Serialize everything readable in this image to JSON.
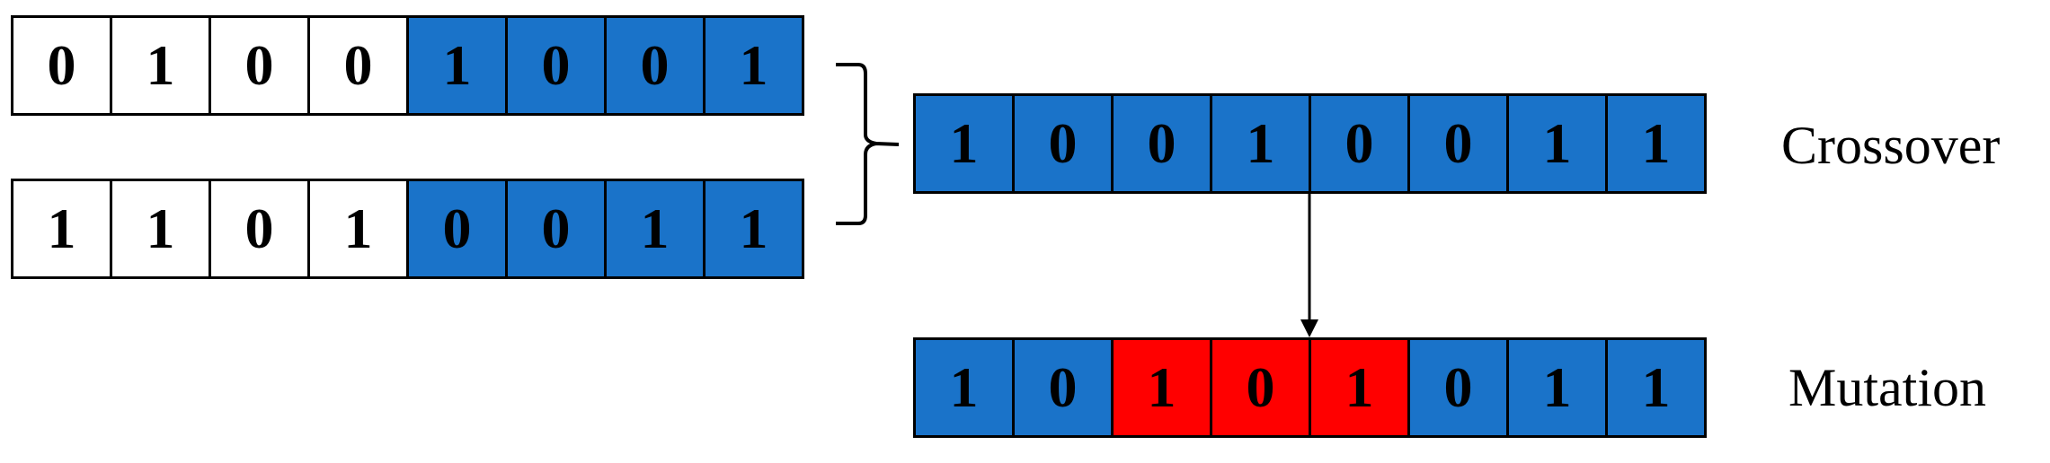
{
  "rows": {
    "parent1": [
      {
        "bit": "0",
        "color": "white"
      },
      {
        "bit": "1",
        "color": "white"
      },
      {
        "bit": "0",
        "color": "white"
      },
      {
        "bit": "0",
        "color": "white"
      },
      {
        "bit": "1",
        "color": "blue"
      },
      {
        "bit": "0",
        "color": "blue"
      },
      {
        "bit": "0",
        "color": "blue"
      },
      {
        "bit": "1",
        "color": "blue"
      }
    ],
    "parent2": [
      {
        "bit": "1",
        "color": "white"
      },
      {
        "bit": "1",
        "color": "white"
      },
      {
        "bit": "0",
        "color": "white"
      },
      {
        "bit": "1",
        "color": "white"
      },
      {
        "bit": "0",
        "color": "blue"
      },
      {
        "bit": "0",
        "color": "blue"
      },
      {
        "bit": "1",
        "color": "blue"
      },
      {
        "bit": "1",
        "color": "blue"
      }
    ],
    "offspring": [
      {
        "bit": "1",
        "color": "blue"
      },
      {
        "bit": "0",
        "color": "blue"
      },
      {
        "bit": "0",
        "color": "blue"
      },
      {
        "bit": "1",
        "color": "blue"
      },
      {
        "bit": "0",
        "color": "blue"
      },
      {
        "bit": "0",
        "color": "blue"
      },
      {
        "bit": "1",
        "color": "blue"
      },
      {
        "bit": "1",
        "color": "blue"
      }
    ],
    "mutant": [
      {
        "bit": "1",
        "color": "blue"
      },
      {
        "bit": "0",
        "color": "blue"
      },
      {
        "bit": "1",
        "color": "red"
      },
      {
        "bit": "0",
        "color": "red"
      },
      {
        "bit": "1",
        "color": "red"
      },
      {
        "bit": "0",
        "color": "blue"
      },
      {
        "bit": "1",
        "color": "blue"
      },
      {
        "bit": "1",
        "color": "blue"
      }
    ]
  },
  "labels": {
    "crossover": "Crossover",
    "mutation": "Mutation"
  },
  "colors": {
    "white": "#ffffff",
    "blue": "#1a73c9",
    "red": "#ff0000"
  }
}
